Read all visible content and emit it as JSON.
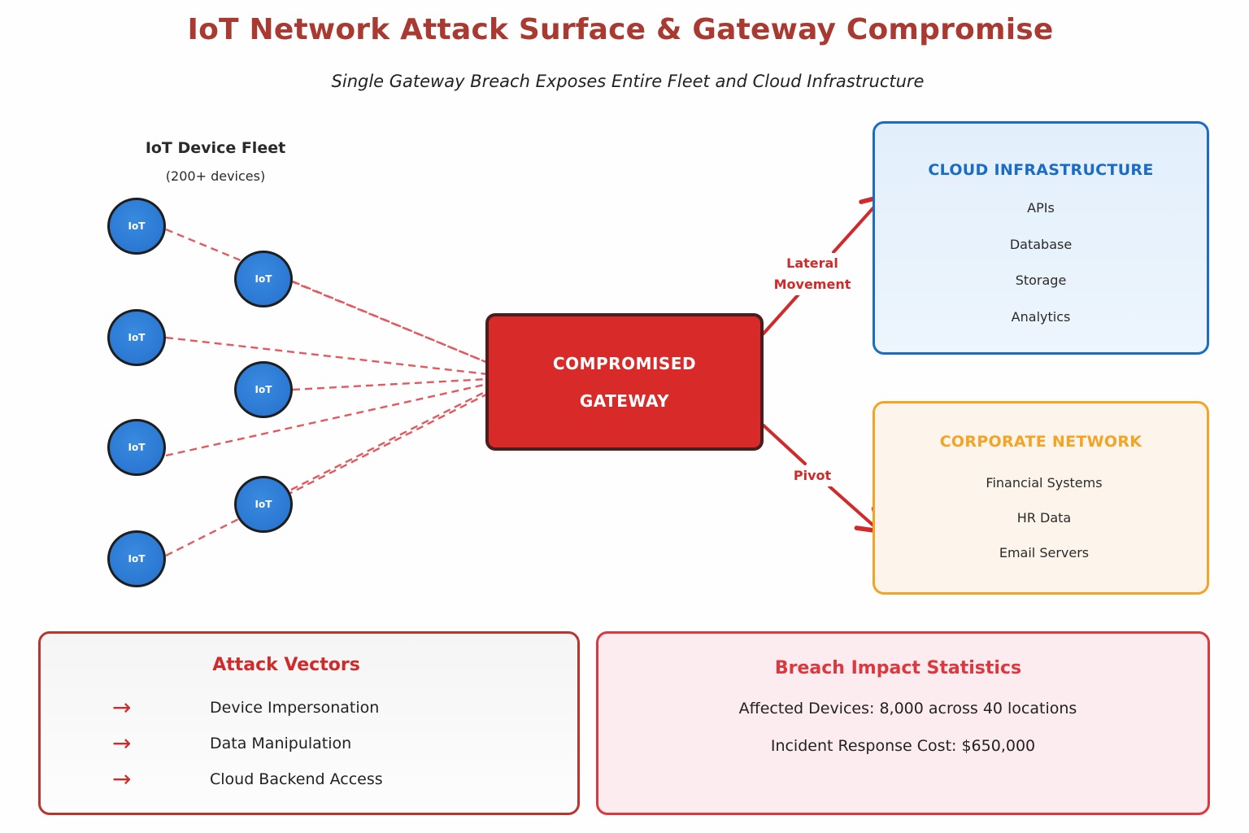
{
  "header": {
    "title": "IoT Network Attack Surface & Gateway Compromise",
    "subtitle": "Single Gateway Breach Exposes Entire Fleet and Cloud Infrastructure"
  },
  "fleet": {
    "title": "IoT Device Fleet",
    "subtitle": "(200+ devices)",
    "node_label": "IoT",
    "node_count": 7,
    "nodes": [
      {
        "label": "IoT"
      },
      {
        "label": "IoT"
      },
      {
        "label": "IoT"
      },
      {
        "label": "IoT"
      },
      {
        "label": "IoT"
      },
      {
        "label": "IoT"
      },
      {
        "label": "IoT"
      }
    ]
  },
  "gateway": {
    "line1": "COMPROMISED",
    "line2": "GATEWAY",
    "color": "#d92a2a"
  },
  "arrows": {
    "lateral_line1": "Lateral",
    "lateral_line2": "Movement",
    "pivot": "Pivot",
    "color": "#d12a2a"
  },
  "cloud": {
    "title": "CLOUD INFRASTRUCTURE",
    "items": [
      "APIs",
      "Database",
      "Storage",
      "Analytics"
    ],
    "color": "#1a6cc4"
  },
  "corporate": {
    "title": "CORPORATE NETWORK",
    "items": [
      "Financial Systems",
      "HR Data",
      "Email Servers"
    ],
    "color": "#f3a326"
  },
  "attack_vectors": {
    "title": "Attack Vectors",
    "bullet_icon": "→",
    "items": [
      "Device Impersonation",
      "Data Manipulation",
      "Cloud Backend Access"
    ]
  },
  "breach_stats": {
    "title": "Breach Impact Statistics",
    "lines": [
      "Affected Devices: 8,000 across 40 locations",
      "Incident Response Cost: $650,000"
    ]
  }
}
